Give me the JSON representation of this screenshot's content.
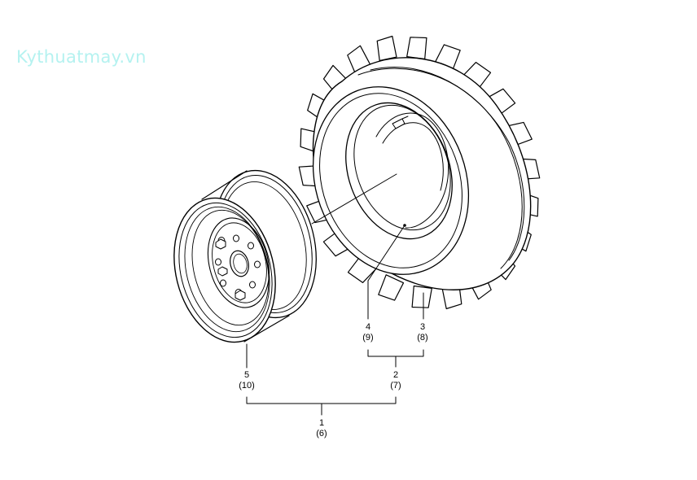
{
  "watermark": "Kythuatmay.vn",
  "colors": {
    "line": "#000000",
    "watermark": "#b5f2f0",
    "background": "#ffffff"
  },
  "callouts": [
    {
      "id": "1",
      "number": "1",
      "alt": "(6)"
    },
    {
      "id": "2",
      "number": "2",
      "alt": "(7)"
    },
    {
      "id": "3",
      "number": "3",
      "alt": "(8)"
    },
    {
      "id": "4",
      "number": "4",
      "alt": "(9)"
    },
    {
      "id": "5",
      "number": "5",
      "alt": "(10)"
    }
  ]
}
